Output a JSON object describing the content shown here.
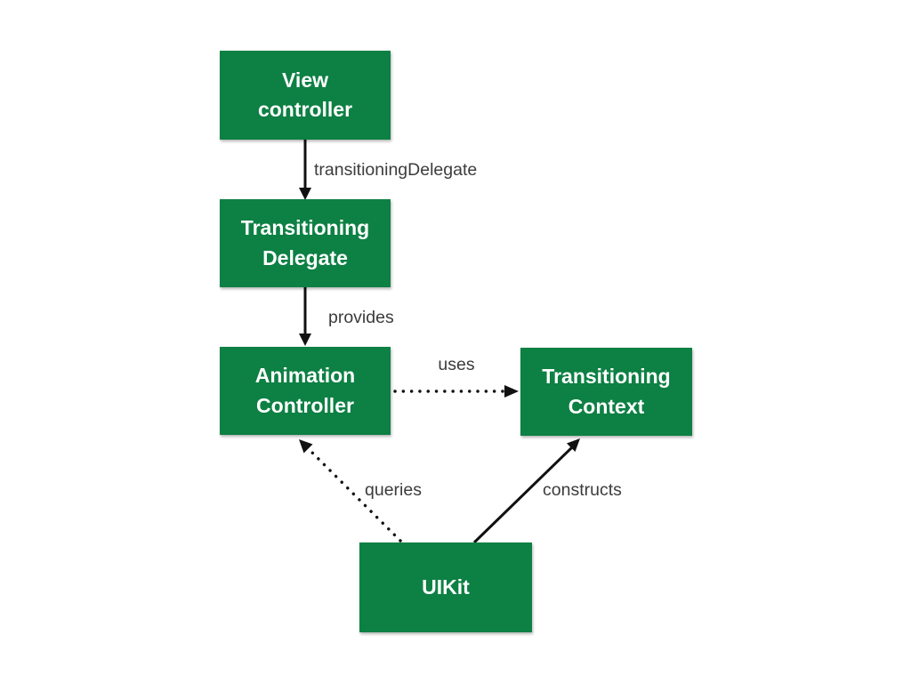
{
  "nodes": {
    "view_controller": {
      "label": "View controller"
    },
    "transitioning_delegate": {
      "label": "Transitioning Delegate"
    },
    "animation_controller": {
      "label": "Animation Controller"
    },
    "transitioning_context": {
      "label": "Transitioning Context"
    },
    "uikit": {
      "label": "UIKit"
    }
  },
  "edges": {
    "transitioning_delegate_property": {
      "label": "transitioningDelegate",
      "style": "solid",
      "from": "view_controller",
      "to": "transitioning_delegate"
    },
    "provides": {
      "label": "provides",
      "style": "solid",
      "from": "transitioning_delegate",
      "to": "animation_controller"
    },
    "uses": {
      "label": "uses",
      "style": "dotted",
      "from": "animation_controller",
      "to": "transitioning_context"
    },
    "queries": {
      "label": "queries",
      "style": "dotted",
      "from": "uikit",
      "to": "animation_controller"
    },
    "constructs": {
      "label": "constructs",
      "style": "solid",
      "from": "uikit",
      "to": "transitioning_context"
    }
  },
  "colors": {
    "background": "#ffffff",
    "node_fill": "#0d8044",
    "node_text": "#ffffff",
    "edge_stroke": "#111111",
    "edge_label": "#3c3c3c"
  }
}
